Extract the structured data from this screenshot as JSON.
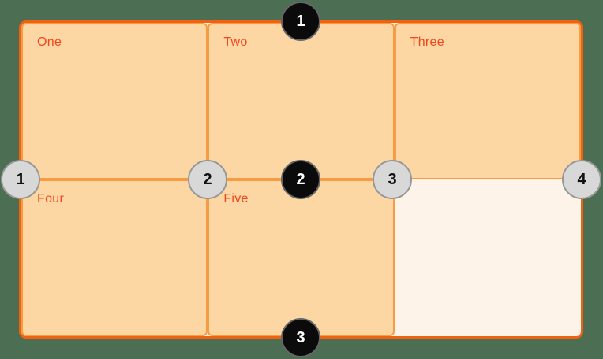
{
  "diagram": {
    "description": "grid-lines-diagram",
    "colors": {
      "page_background": "#4c6e53",
      "container_background": "#fdf3e8",
      "container_border": "#f2610f",
      "cell_fill": "#fcd7a3",
      "cell_border": "#f89c44",
      "cell_label": "#f2461f",
      "row_marker_fill": "#0b0b0b",
      "row_marker_ring": "#666666",
      "row_marker_text": "#ffffff",
      "col_marker_fill": "#d8d8d8",
      "col_marker_ring": "#979797",
      "col_marker_text": "#111111"
    },
    "cells": [
      {
        "label": "One"
      },
      {
        "label": "Two"
      },
      {
        "label": "Three"
      },
      {
        "label": "Four"
      },
      {
        "label": "Five"
      }
    ],
    "row_line_markers": [
      {
        "number": "1"
      },
      {
        "number": "2"
      },
      {
        "number": "3"
      }
    ],
    "column_line_markers": [
      {
        "number": "1"
      },
      {
        "number": "2"
      },
      {
        "number": "3"
      },
      {
        "number": "4"
      }
    ]
  }
}
